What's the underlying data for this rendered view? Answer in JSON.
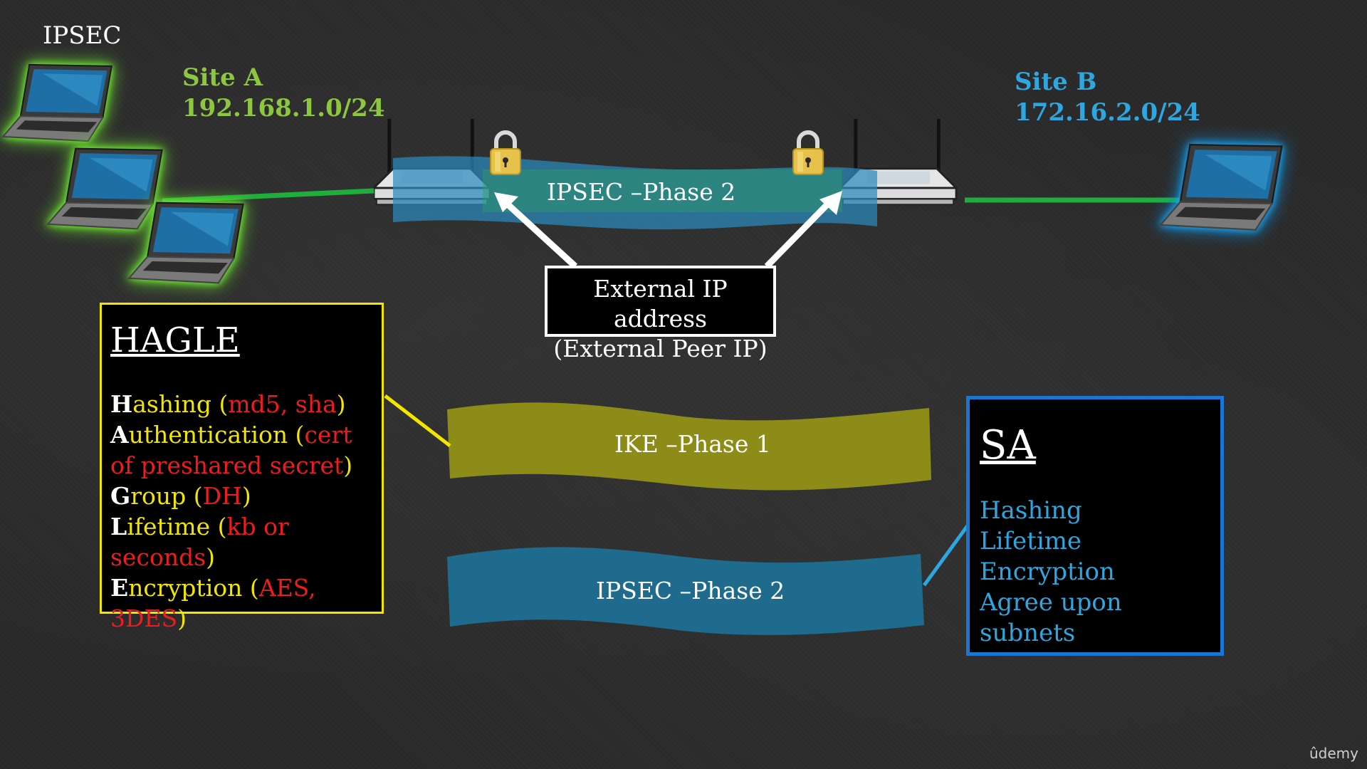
{
  "slide": {
    "title": "IPSEC",
    "site_a": {
      "name": "Site A",
      "subnet": "192.168.1.0/24"
    },
    "site_b": {
      "name": "Site B",
      "subnet": "172.16.2.0/24"
    },
    "tunnel_label": "IPSEC –Phase 2",
    "callout": {
      "line1": "External IP address",
      "line2": "(External Peer IP)"
    },
    "hagle": {
      "title": "HAGLE",
      "items": [
        {
          "lead": "H",
          "rest": "ashing  (",
          "detail": "md5, sha",
          "close": ")"
        },
        {
          "lead": "A",
          "rest": "uthentication (",
          "detail": "cert of preshared secret",
          "close": ")"
        },
        {
          "lead": "G",
          "rest": "roup (",
          "detail": "DH",
          "close": ")"
        },
        {
          "lead": "L",
          "rest": "ifetime (",
          "detail": "kb or seconds",
          "close": ")"
        },
        {
          "lead": "E",
          "rest": "ncryption (",
          "detail": "AES, 3DES",
          "close": ")"
        }
      ]
    },
    "phase1_label": "IKE –Phase 1",
    "phase2_label": "IPSEC –Phase 2",
    "sa": {
      "title": "SA",
      "items": [
        "Hashing",
        "Lifetime",
        "Encryption",
        "Agree upon subnets"
      ]
    },
    "watermark": "ûdemy"
  },
  "colors": {
    "site_a": "#8dc63f",
    "site_b": "#2ea7e0",
    "hagle_border": "#f2e600",
    "hagle_detail": "#ee1c1c",
    "sa_border": "#1976d2",
    "phase1_band": "#8e8c18",
    "phase2_band": "#1f6b8e",
    "tunnel_band": "#2b8bbd"
  },
  "icons": [
    "laptop-icon",
    "router-icon",
    "padlock-icon",
    "arrow-icon"
  ]
}
